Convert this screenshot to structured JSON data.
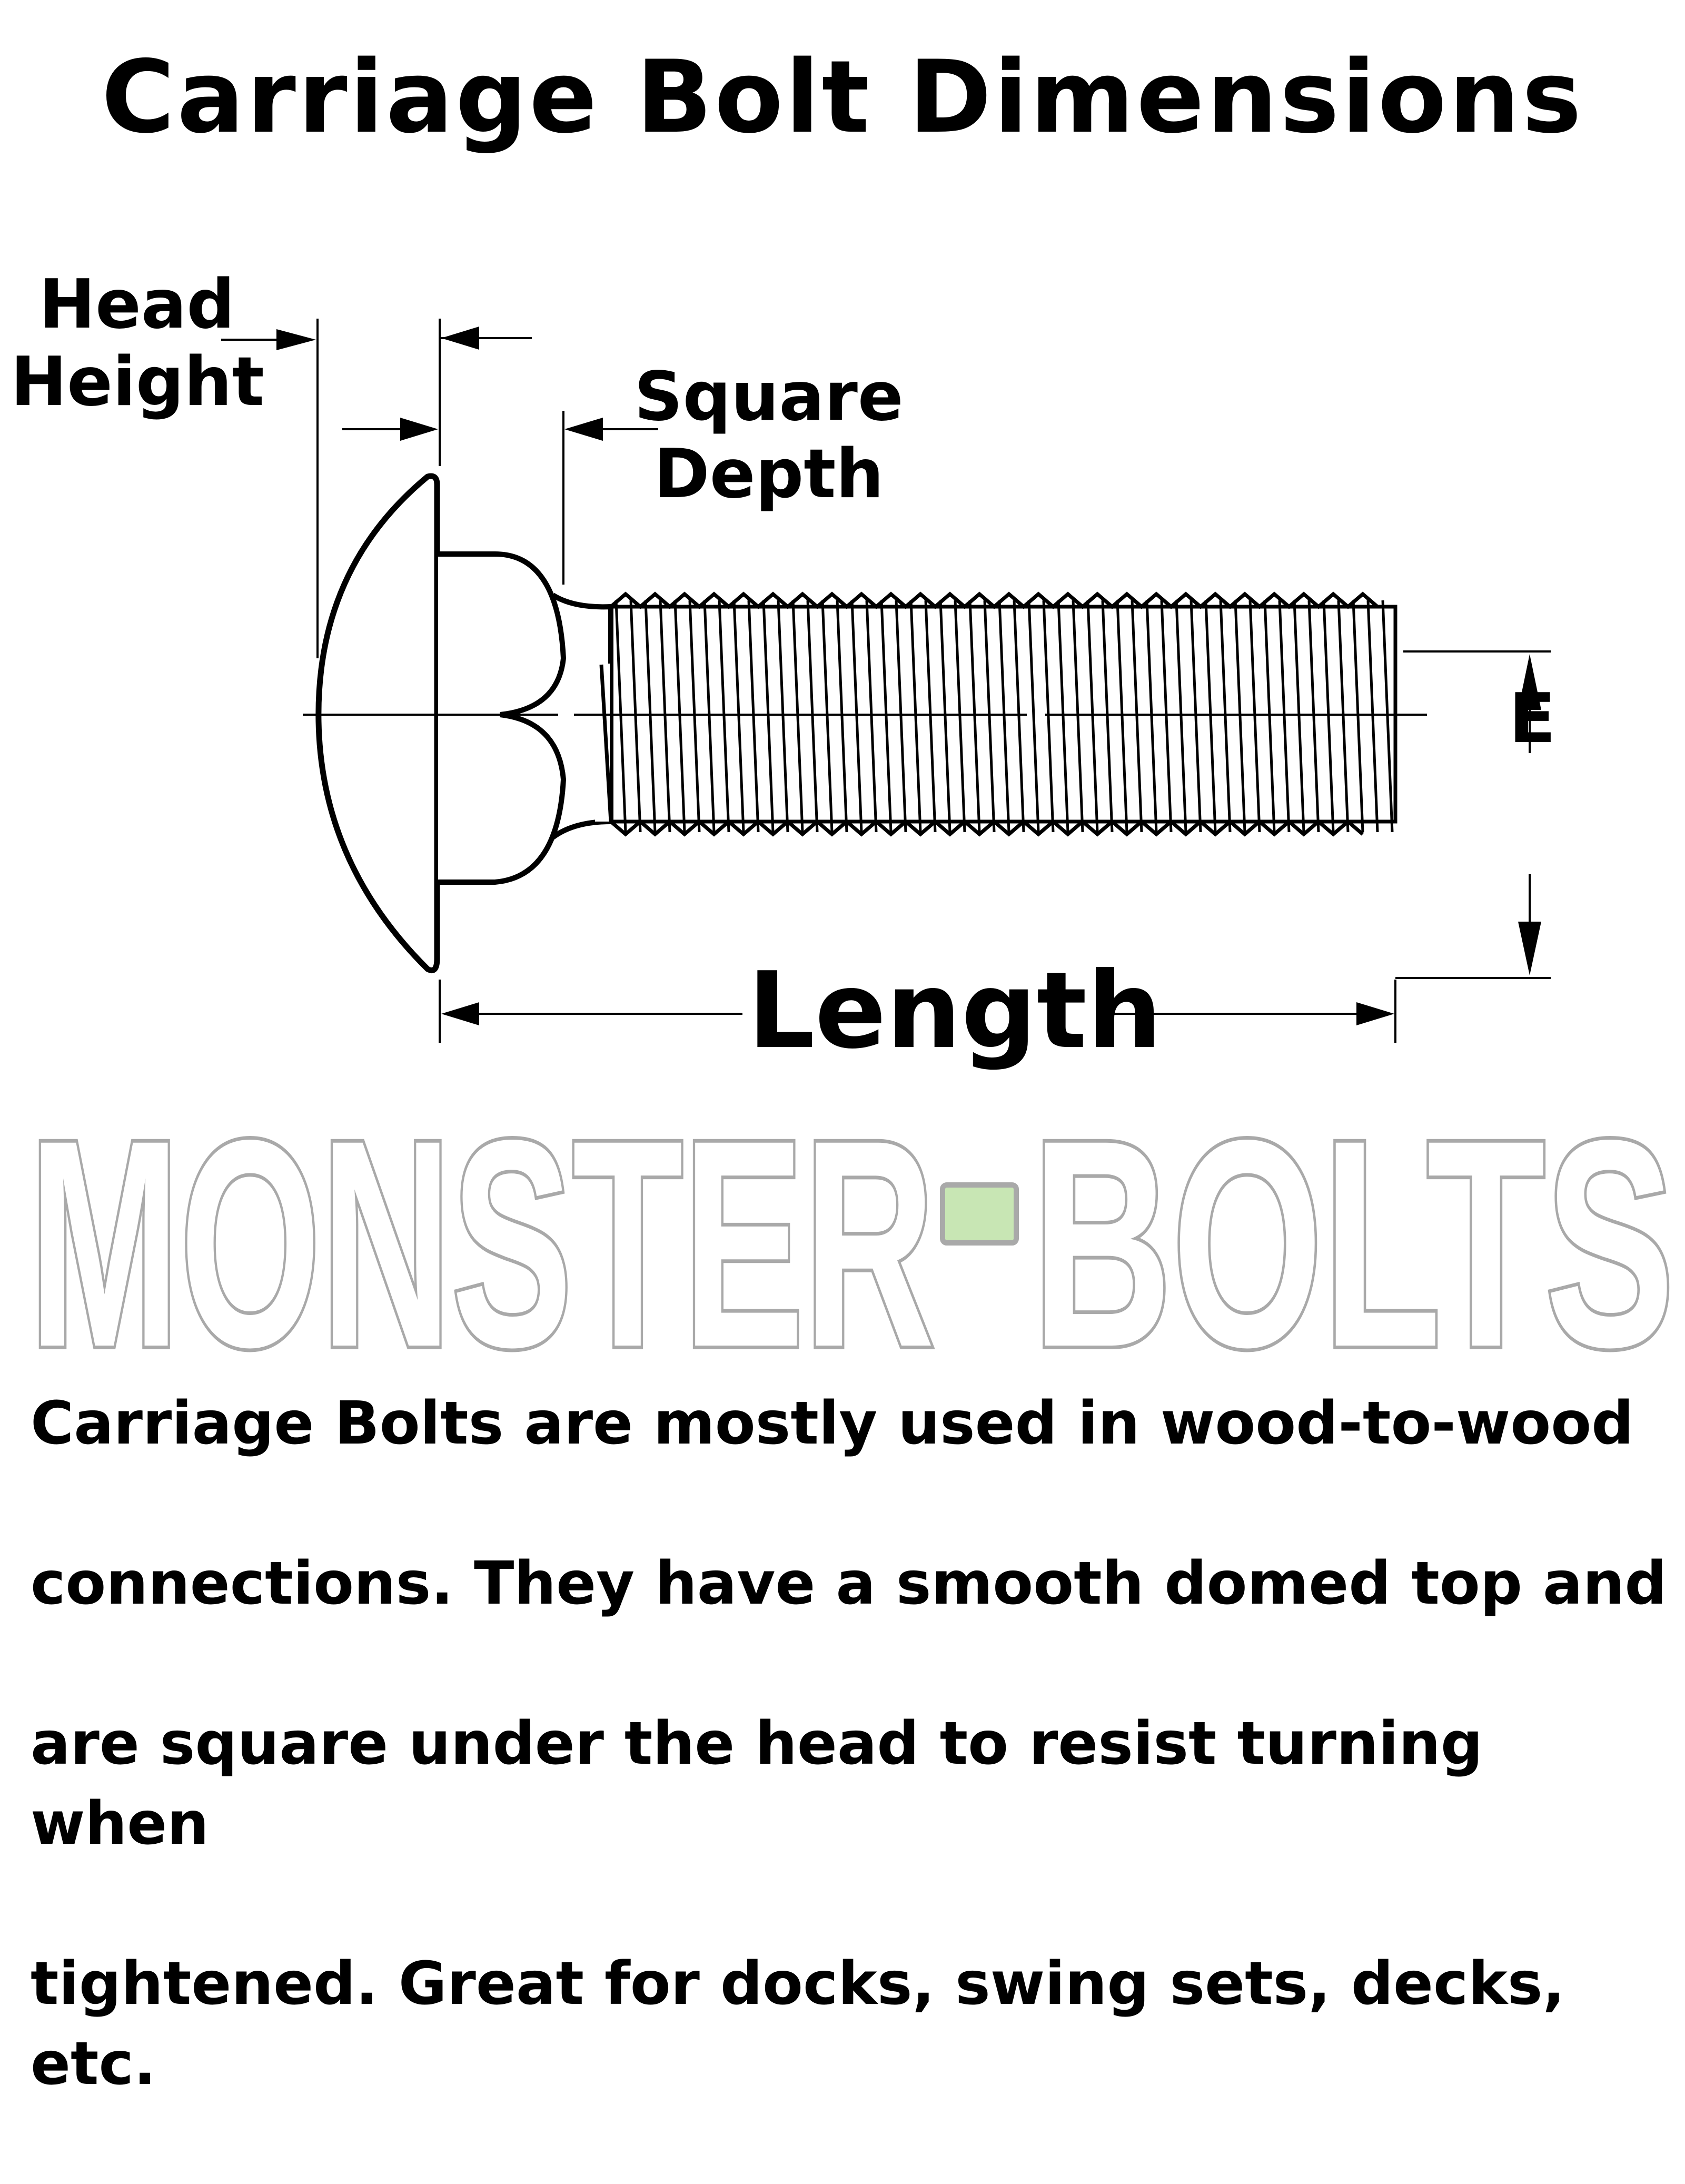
{
  "title": "Carriage Bolt Dimensions",
  "labels": {
    "head_height": "Head\nHeight",
    "head_height_line1": "Head",
    "head_height_line2": "Height",
    "square_depth_line1": "Square",
    "square_depth_line2": "Depth",
    "length": "Length",
    "e": "E"
  },
  "watermark": {
    "text_left": "MONSTER",
    "text_right": "BOLTS",
    "dash_color": "#c8e6b4",
    "outline_color": "#a9a9a9"
  },
  "description": {
    "lines": [
      "Carriage Bolts are mostly used in wood-to-wood",
      "connections. They have a smooth domed top and",
      "are square under the head to resist turning when",
      "tightened.  Great for docks, swing sets, decks, etc."
    ]
  }
}
